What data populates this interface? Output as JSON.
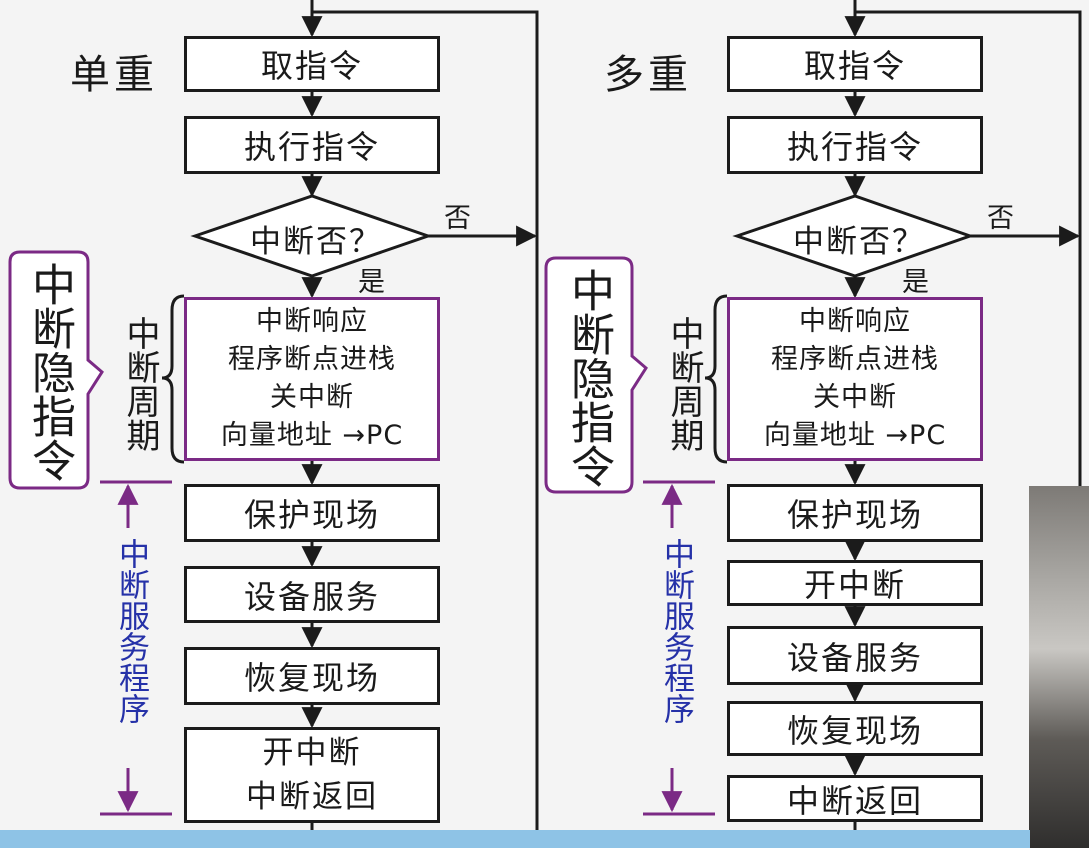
{
  "single": {
    "title": "单重",
    "steps": [
      "取指令",
      "执行指令"
    ],
    "decision": "中断否？",
    "no_label": "否",
    "yes_label": "是",
    "cycle_label": "中断周期",
    "cycle_lines": [
      "中断响应",
      "程序断点进栈",
      "关中断",
      "向量地址 →PC"
    ],
    "bubble": "中断隐指令",
    "service_label": "中断服务程序",
    "service_steps": [
      "保护现场",
      "设备服务",
      "恢复现场"
    ],
    "last_step": [
      "开中断",
      "中断返回"
    ]
  },
  "multiple": {
    "title": "多重",
    "steps": [
      "取指令",
      "执行指令"
    ],
    "decision": "中断否？",
    "no_label": "否",
    "yes_label": "是",
    "cycle_label": "中断周期",
    "cycle_lines": [
      "中断响应",
      "程序断点进栈",
      "关中断",
      "向量地址 →PC"
    ],
    "bubble": "中断隐指令",
    "service_label": "中断服务程序",
    "service_steps": [
      "保护现场",
      "开中断",
      "设备服务",
      "恢复现场",
      "中断返回"
    ]
  },
  "colors": {
    "line": "#1b1b1b",
    "purple": "#7b2a85",
    "blue_text": "#2531a8"
  }
}
